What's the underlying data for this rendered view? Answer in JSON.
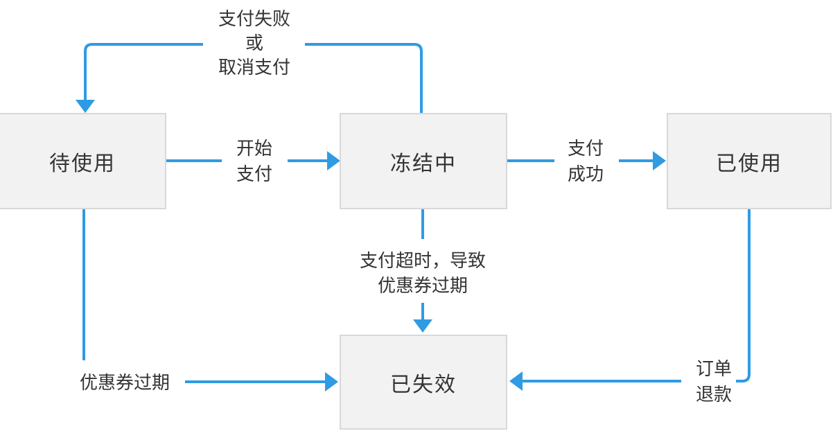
{
  "diagram": {
    "description": "coupon-payment-state-flowchart",
    "colors": {
      "arrow": "#2f9be3",
      "node_fill": "#f2f2f2",
      "node_border": "#d8d8d8",
      "text": "#333333",
      "background": "#ffffff"
    },
    "nodes": [
      {
        "id": "pending",
        "label": "待使用"
      },
      {
        "id": "frozen",
        "label": "冻结中"
      },
      {
        "id": "used",
        "label": "已使用"
      },
      {
        "id": "invalid",
        "label": "已失效"
      }
    ],
    "edges": [
      {
        "from": "frozen",
        "to": "pending",
        "label_lines": [
          "支付失败",
          "或",
          "取消支付"
        ]
      },
      {
        "from": "pending",
        "to": "frozen",
        "label_lines": [
          "开始",
          "支付"
        ]
      },
      {
        "from": "frozen",
        "to": "used",
        "label_lines": [
          "支付",
          "成功"
        ]
      },
      {
        "from": "frozen",
        "to": "invalid",
        "label_lines": [
          "支付超时，导致",
          "优惠券过期"
        ]
      },
      {
        "from": "pending",
        "to": "invalid",
        "label_lines": [
          "优惠券过期"
        ]
      },
      {
        "from": "used",
        "to": "invalid",
        "label_lines": [
          "订单",
          "退款"
        ]
      }
    ]
  }
}
